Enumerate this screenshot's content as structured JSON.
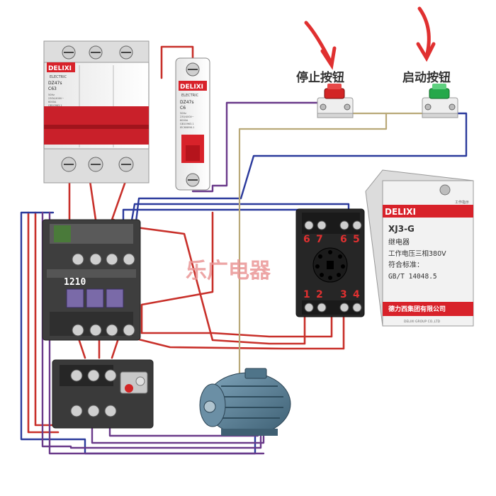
{
  "labels": {
    "stop_button": "停止按钮",
    "start_button": "启动按钮",
    "watermark": "乐广电器"
  },
  "breaker_3p": {
    "brand": "DELIXI",
    "sub": "ELECTRIC",
    "model": "DZ47s",
    "rating": "C63",
    "spec_lines": [
      "50Hz",
      "230V/400V~",
      "6000A",
      "GB10963.1",
      "IEC60898-1"
    ]
  },
  "breaker_1p": {
    "brand": "DELIXI",
    "sub": "ELECTRIC",
    "model": "DZ47s",
    "rating": "C6",
    "spec_lines": [
      "50Hz",
      "230/400V~",
      "6000A",
      "GB10963.1",
      "IEC60898-1"
    ]
  },
  "contactor": {
    "model": "1210"
  },
  "relay": {
    "brand": "DELIXI",
    "indicator": "工作指示",
    "model": "XJ3-G",
    "type": "继电器",
    "voltage": "工作电压三相380V",
    "standard_label": "符合标准：",
    "standard": "GB/T 14048.5",
    "company": "德力西集团有限公司",
    "company_en": "DELIXI GROUP CO.,LTD"
  },
  "socket_terminals": {
    "top_left_a": "6",
    "top_left_b": "7",
    "top_right_a": "6",
    "top_right_b": "5",
    "bottom_1": "1",
    "bottom_2": "2",
    "bottom_3": "3",
    "bottom_4": "4"
  },
  "colors": {
    "wire_red": "#c8302a",
    "wire_blue": "#2b3a9c",
    "wire_purple": "#6a3a8a",
    "wire_khaki": "#b9a978",
    "brand_red": "#d8222a",
    "annotation_red": "#e03030"
  }
}
